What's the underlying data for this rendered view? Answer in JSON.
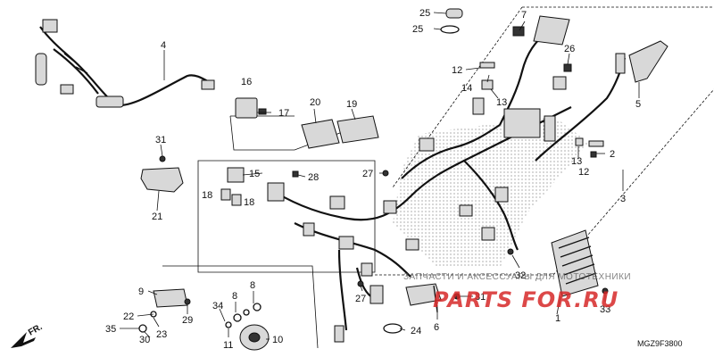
{
  "diagram": {
    "code": "MGZ9F3800",
    "front_label": "FR.",
    "watermark_text": "ЗАПЧАСТИ И АКСЕССУАРЫ ДЛЯ МОТОТЕХНИКИ",
    "watermark_logo": "PARTS FOR.RU",
    "callouts": [
      "1",
      "2",
      "3",
      "4",
      "5",
      "6",
      "7",
      "8",
      "8",
      "9",
      "10",
      "11",
      "12",
      "12",
      "13",
      "13",
      "14",
      "15",
      "16",
      "17",
      "18",
      "18",
      "19",
      "20",
      "21",
      "22",
      "23",
      "24",
      "25",
      "25",
      "26",
      "27",
      "27",
      "28",
      "29",
      "30",
      "31",
      "31",
      "32",
      "33",
      "34",
      "35"
    ]
  }
}
